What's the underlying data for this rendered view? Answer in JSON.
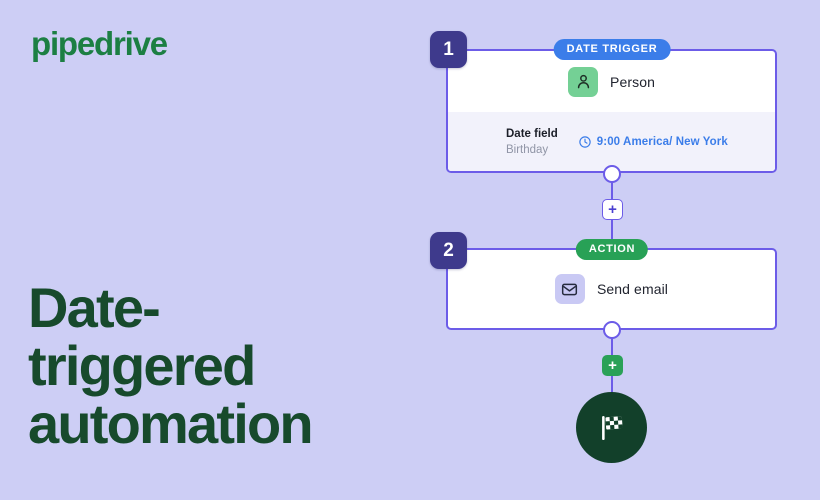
{
  "brand": {
    "logo_text": "pipedrive",
    "logo_color": "#1c7f43"
  },
  "headline": {
    "lines": [
      "Date-",
      "triggered",
      "automation"
    ],
    "color": "#174a2c"
  },
  "workflow": {
    "step1": {
      "number": "1",
      "badge_label": "DATE TRIGGER",
      "badge_color": "#3b7de9",
      "entity_label": "Person",
      "entity_icon": "person-icon",
      "entity_icon_bg": "#74d095",
      "field_label": "Date field",
      "field_value": "Birthday",
      "schedule_icon": "clock-icon",
      "schedule_time": "9:00 America/ New York",
      "schedule_color": "#3b7de9"
    },
    "step2": {
      "number": "2",
      "badge_label": "ACTION",
      "badge_color": "#28a156",
      "entity_label": "Send email",
      "entity_icon": "email-icon",
      "entity_icon_bg": "#c9c9f4"
    },
    "add_button_label": "+",
    "end_icon": "finish-flag-icon"
  },
  "colors": {
    "background": "#cdcef5",
    "card_border": "#6c5ce8",
    "step_number_bg": "#3e3a8c",
    "card_detail_bg": "#f2f2fb",
    "end_node_bg": "#12402a"
  }
}
